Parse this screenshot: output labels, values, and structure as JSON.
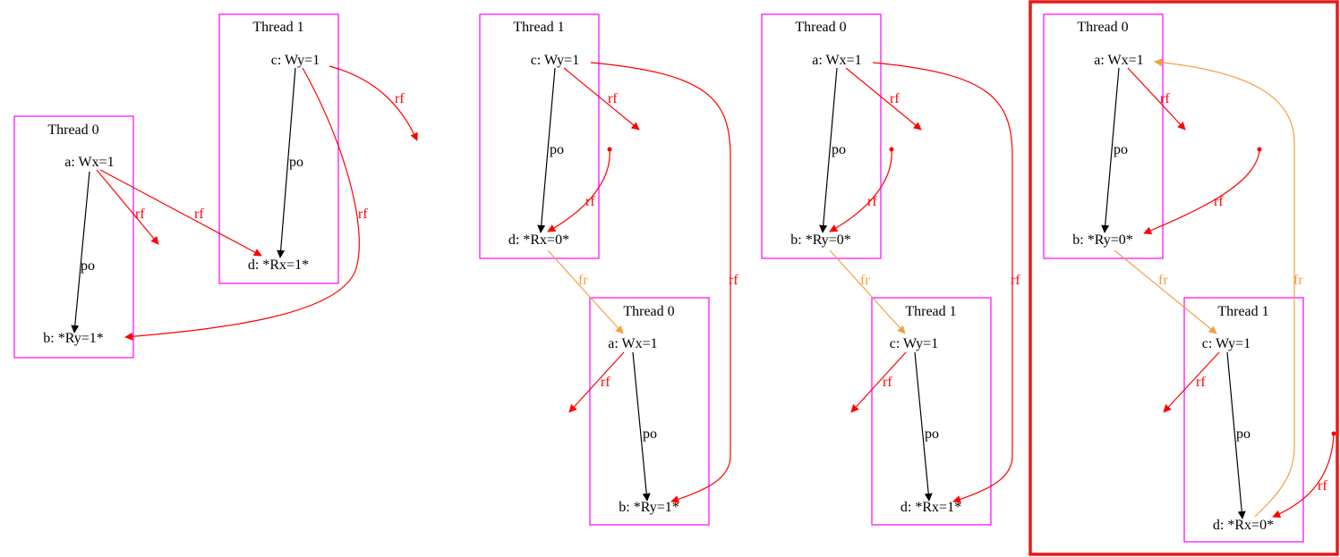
{
  "colors": {
    "cluster_border": "#ff00ff",
    "po_edge": "#000000",
    "rf_edge": "#ff0000",
    "fr_edge": "#f4a040",
    "highlight_border": "#e81818"
  },
  "graphs": [
    {
      "clusters": [
        {
          "title": "Thread 0",
          "nodes": [
            "a: Wx=1",
            "b: *Ry=1*"
          ]
        },
        {
          "title": "Thread 1",
          "nodes": [
            "c: Wy=1",
            "d: *Rx=1*"
          ]
        }
      ],
      "edge_labels": [
        "po",
        "rf",
        "rf",
        "po",
        "rf",
        "rf"
      ]
    },
    {
      "clusters": [
        {
          "title": "Thread 1",
          "nodes": [
            "c: Wy=1",
            "d: *Rx=0*"
          ]
        },
        {
          "title": "Thread 0",
          "nodes": [
            "a: Wx=1",
            "b: *Ry=1*"
          ]
        }
      ],
      "edge_labels": [
        "po",
        "rf",
        "rf",
        "fr",
        "rf",
        "rf",
        "po"
      ]
    },
    {
      "clusters": [
        {
          "title": "Thread 0",
          "nodes": [
            "a: Wx=1",
            "b: *Ry=0*"
          ]
        },
        {
          "title": "Thread 1",
          "nodes": [
            "c: Wy=1",
            "d: *Rx=1*"
          ]
        }
      ],
      "edge_labels": [
        "po",
        "rf",
        "rf",
        "fr",
        "rf",
        "rf",
        "po"
      ]
    },
    {
      "clusters": [
        {
          "title": "Thread 0",
          "nodes": [
            "a: Wx=1",
            "b: *Ry=0*"
          ]
        },
        {
          "title": "Thread 1",
          "nodes": [
            "c: Wy=1",
            "d: *Rx=0*"
          ]
        }
      ],
      "edge_labels": [
        "po",
        "rf",
        "rf",
        "fr",
        "fr",
        "rf",
        "po",
        "rf"
      ]
    }
  ]
}
